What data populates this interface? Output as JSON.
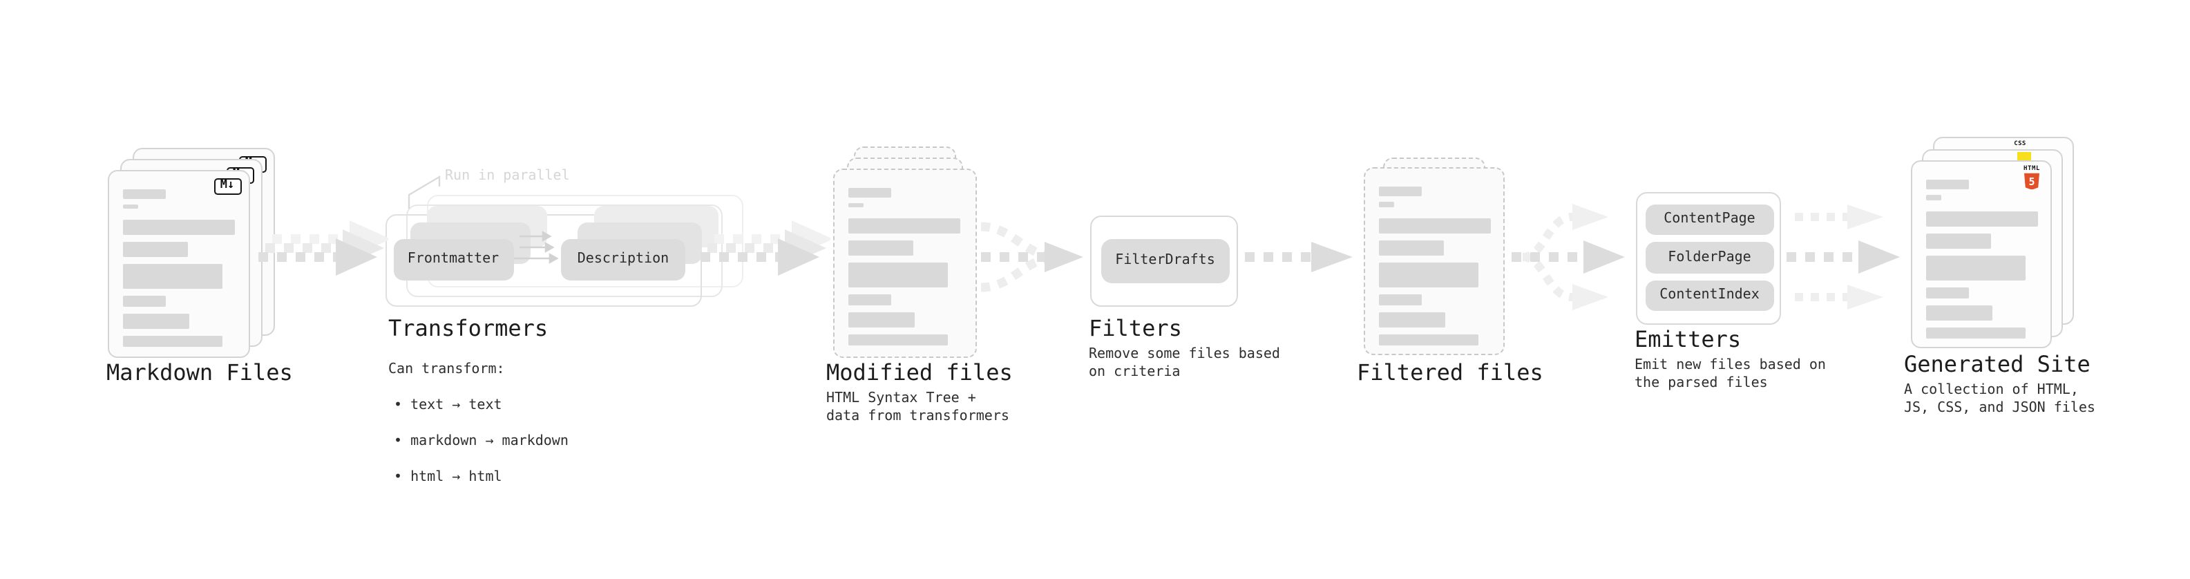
{
  "stages": {
    "markdown": {
      "label": "Markdown Files",
      "icon_label": "M↓"
    },
    "transformers": {
      "label": "Transformers",
      "annotation": "Run in parallel",
      "box1": "Frontmatter",
      "box2": "Description",
      "desc_heading": "Can transform:",
      "bullets": [
        "• text → text",
        "• markdown → markdown",
        "• html → html"
      ]
    },
    "modified": {
      "label": "Modified files",
      "desc": "HTML Syntax Tree +\ndata from transformers"
    },
    "filters": {
      "label": "Filters",
      "box1": "FilterDrafts",
      "desc": "Remove some files based\non criteria"
    },
    "filtered": {
      "label": "Filtered files"
    },
    "emitters": {
      "label": "Emitters",
      "box1": "ContentPage",
      "box2": "FolderPage",
      "box3": "ContentIndex",
      "desc": "Emit new files based on\nthe parsed files"
    },
    "generated": {
      "label": "Generated Site",
      "desc": "A collection of HTML,\nJS, CSS, and JSON files",
      "css_icon_label": "CSS",
      "html_icon_label": "HTML",
      "html_icon_number": "5"
    }
  },
  "colors": {
    "background": "#ffffff",
    "skeleton_gray": "#d9d9d9",
    "card_border": "#d4d4d4",
    "arrow_gray": "#dfdfdf",
    "arrow_ghost": "#ededed",
    "pill_gray": "#dcdcdc",
    "annotation_gray": "#d6d6d6",
    "html5_orange": "#e34f26",
    "js_yellow": "#f7df1e",
    "css_blue": "#2965f1"
  }
}
